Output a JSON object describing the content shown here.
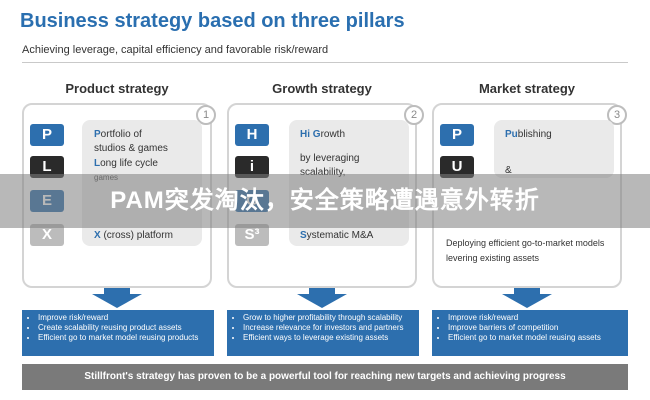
{
  "header": {
    "title": "Business strategy based on three pillars",
    "subtitle": "Achieving leverage, capital efficiency and favorable risk/reward"
  },
  "pillars": [
    {
      "title": "Product strategy",
      "number": "1",
      "letters": [
        "P",
        "L",
        "E",
        "X"
      ],
      "lines": [
        {
          "first": "P",
          "rest": "ortfolio of"
        },
        {
          "first": "",
          "rest": "studios & games"
        },
        {
          "first": "L",
          "rest": "ong life cycle"
        },
        {
          "first": "",
          "rest": "games"
        },
        {
          "first": "X",
          "rest": " (cross) platform"
        }
      ],
      "bullets": [
        "Improve risk/reward",
        "Create scalability reusing product assets",
        "Efficient go to market model reusing products"
      ]
    },
    {
      "title": "Growth strategy",
      "number": "2",
      "letters": [
        "H",
        "i",
        "G",
        "S³"
      ],
      "lines": [
        {
          "first": "Hi G",
          "rest": "rowth"
        },
        {
          "first": "",
          "rest": "by leveraging"
        },
        {
          "first": "",
          "rest": "scalability,"
        },
        {
          "first": "S",
          "rest": "ystematic M&A"
        }
      ],
      "bullets": [
        "Grow to higher profitability through scalability",
        "Increase relevance for investors and partners",
        "Efficient ways to leverage existing assets"
      ]
    },
    {
      "title": "Market strategy",
      "number": "3",
      "letters": [
        "P",
        "U"
      ],
      "lines": [
        {
          "first": "Pu",
          "rest": "blishing"
        },
        {
          "first": "",
          "rest": "&"
        }
      ],
      "note": [
        "Deploying efficient go-to-market models",
        "levering existing assets"
      ],
      "bullets": [
        "Improve risk/reward",
        "Improve barriers of competition",
        "Efficient go to market model reusing assets"
      ]
    }
  ],
  "footer": "Stillfront's strategy has proven to be a powerful tool for reaching new targets and achieving progress",
  "banner": "PAM突发淘汰，安全策略遭遇意外转折",
  "colors": {
    "accent": "#2d6fae",
    "title": "#2a6fb0",
    "footer_bg": "#7a7a7a"
  }
}
